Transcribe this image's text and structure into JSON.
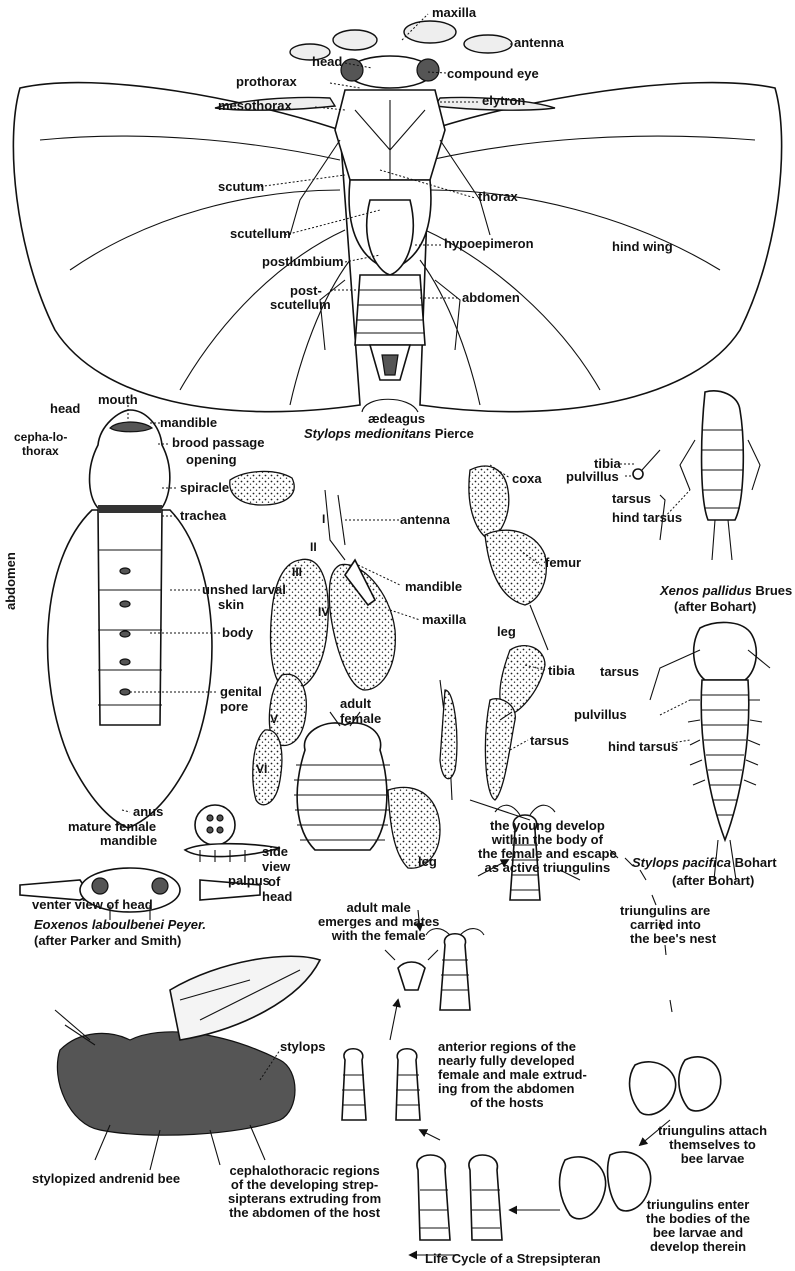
{
  "plate_title": "Life Cycle of a Strepsipteran",
  "top_figure": {
    "caption_name": "Stylops",
    "caption_species": "medionitans",
    "caption_author": "Pierce",
    "labels": {
      "maxilla": "maxilla",
      "antenna": "antenna",
      "head": "head",
      "compound_eye": "compound eye",
      "prothorax": "prothorax",
      "elytron": "elytron",
      "mesothorax": "mesothorax",
      "scutum": "scutum",
      "thorax": "thorax",
      "scutellum": "scutellum",
      "hypoepimeron": "hypoepimeron",
      "hind_wing": "hind wing",
      "postlumbium": "postlumbium",
      "abdomen": "abdomen",
      "post": "post-",
      "scutellum2": "scutellum",
      "aedeagus": "ædeagus"
    }
  },
  "female_figure": {
    "labels": {
      "mouth": "mouth",
      "head": "head",
      "mandible": "mandible",
      "cephalothorax_1": "cepha-lo-",
      "cephalothorax_2": "thorax",
      "brood_passage_1": "brood passage",
      "brood_passage_2": "opening",
      "spiracle": "spiracle",
      "trachea": "trachea",
      "abdomen": "abdomen",
      "unshed_1": "unshed larval",
      "unshed_2": "skin",
      "body": "body",
      "genital_1": "genital",
      "genital_2": "pore",
      "anus": "anus",
      "mature_female": "mature female"
    }
  },
  "larva_figure": {
    "labels": {
      "antenna": "antenna",
      "mandible": "mandible",
      "maxilla": "maxilla",
      "seg_I": "I",
      "seg_II": "II",
      "seg_III": "III",
      "seg_IV": "IV",
      "seg_V": "V",
      "seg_VI": "VI"
    }
  },
  "leg_figure": {
    "labels": {
      "coxa": "coxa",
      "femur": "femur",
      "leg": "leg",
      "tibia": "tibia",
      "tarsus": "tarsus"
    }
  },
  "xenos_figure": {
    "labels": {
      "tibia": "tibia",
      "pulvillus": "pulvillus",
      "tarsus": "tarsus",
      "hind_tarsus": "hind tarsus"
    },
    "caption_name": "Xenos",
    "caption_species": "pallidus",
    "caption_author": "Brues",
    "caption_credit": "(after Bohart)"
  },
  "stylops_pacifica_figure": {
    "labels": {
      "tarsus": "tarsus",
      "pulvillus": "pulvillus",
      "hind_tarsus": "hind tarsus"
    },
    "caption_name": "Stylops",
    "caption_species": "pacifica",
    "caption_author": "Bohart",
    "caption_credit": "(after Bohart)"
  },
  "eoxenos_figure": {
    "labels": {
      "adult_female_1": "adult",
      "adult_female_2": "female",
      "leg": "leg",
      "mandible": "mandible",
      "palpus": "palpus",
      "side_view_1": "side",
      "side_view_2": "view",
      "side_view_3": "of",
      "side_view_4": "head",
      "venter_view": "venter view of head"
    },
    "caption_name": "Eoxenos",
    "caption_species": "laboulbenei",
    "caption_author": "Peyer.",
    "caption_credit": "(after Parker and Smith)"
  },
  "life_cycle": {
    "young_develop": [
      "the young develop",
      "within the body of",
      "the female and escape",
      "as active triungulins"
    ],
    "adult_male": [
      "adult male",
      "emerges and mates",
      "with the female"
    ],
    "triungulins_carried": [
      "triungulins are",
      "carried into",
      "the bee's nest"
    ],
    "anterior_regions": [
      "anterior regions of the",
      "nearly fully developed",
      "female and male extrud-",
      "ing from the abdomen",
      "of the hosts"
    ],
    "triungulins_attach": [
      "triungulins attach",
      "themselves to",
      "bee larvae"
    ],
    "triungulins_enter": [
      "triungulins enter",
      "the bodies of the",
      "bee larvae and",
      "develop therein"
    ],
    "cephalothoracic": [
      "cephalothoracic regions",
      "of the developing strep-",
      "sipterans extruding from",
      "the abdomen of the host"
    ],
    "stylops": "stylops",
    "bee_label": "stylopized andrenid bee"
  }
}
